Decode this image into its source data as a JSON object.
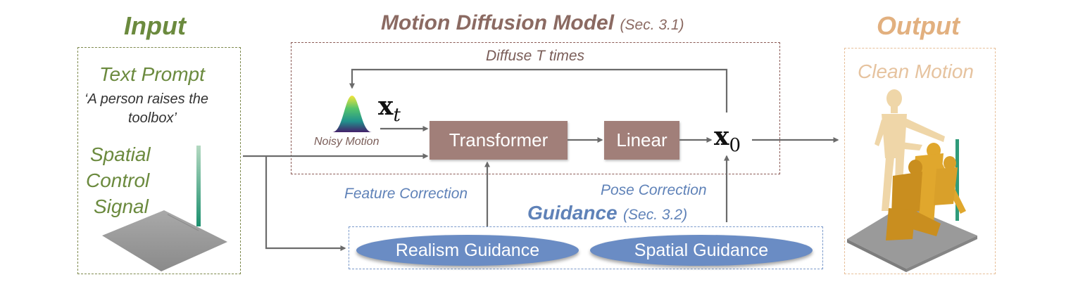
{
  "input": {
    "title": "Input",
    "text_prompt_label": "Text Prompt",
    "text_prompt_line1": "‘A person raises the",
    "text_prompt_line2": "toolbox’",
    "spatial_line1": "Spatial",
    "spatial_line2": "Control",
    "spatial_line3": "Signal"
  },
  "model": {
    "title": "Motion Diffusion Model",
    "section_ref": "(Sec. 3.1)",
    "loop_label": "Diffuse T times",
    "noisy_label": "Noisy Motion",
    "xt_base": "x",
    "xt_sub": "t",
    "x0_base": "x",
    "x0_sub": "0",
    "transformer_label": "Transformer",
    "linear_label": "Linear"
  },
  "guidance": {
    "title": "Guidance",
    "section_ref": "(Sec. 3.2)",
    "feature_correction": "Feature Correction",
    "pose_correction": "Pose Correction",
    "realism_label": "Realism Guidance",
    "spatial_label": "Spatial Guidance"
  },
  "output": {
    "title": "Output",
    "clean_label": "Clean Motion"
  },
  "colors": {
    "input_green": "#6b8a3e",
    "model_brown": "#8b6a62",
    "output_tan": "#e2b07f",
    "guidance_blue": "#5f82b8",
    "arrow_gray": "#6b6b6b",
    "block_brown": "#a17f79",
    "pill_blue": "#6a8cc4"
  }
}
